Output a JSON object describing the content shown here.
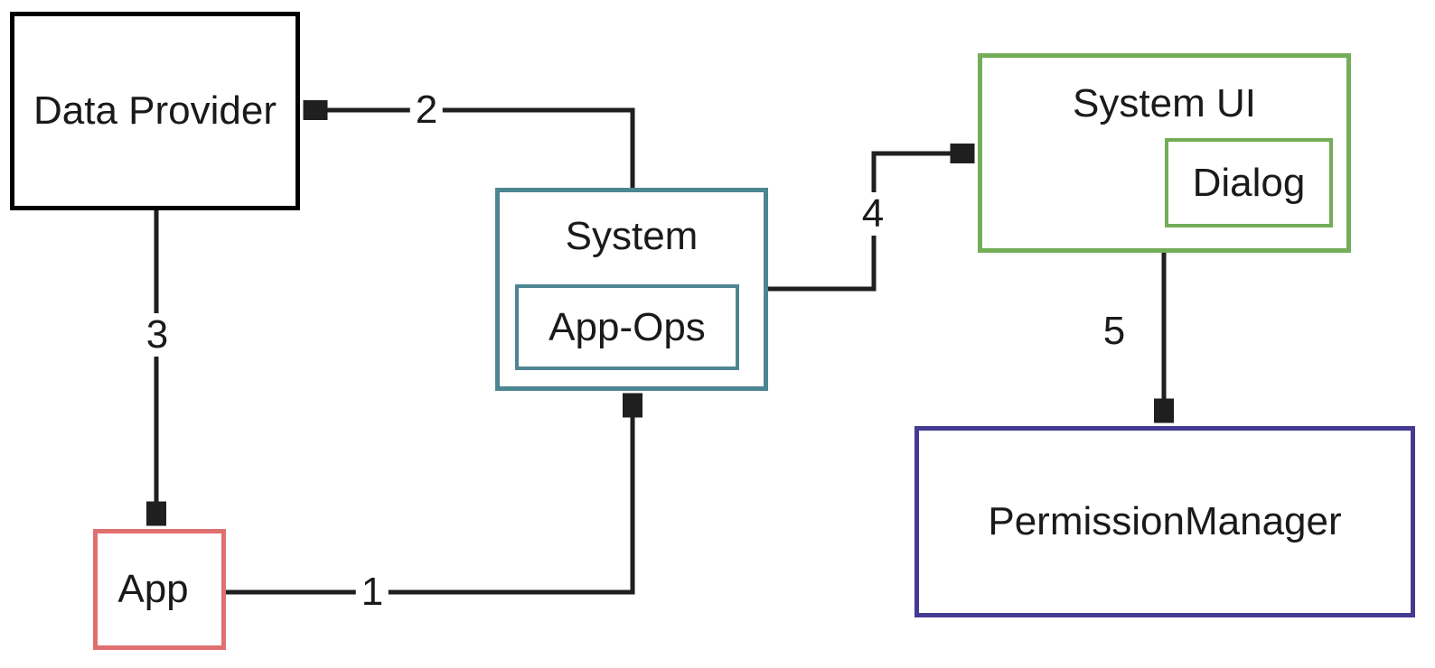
{
  "diagram": {
    "background_color": "#ffffff",
    "arrow_color": "#1f1f1f",
    "text_color": "#1a1a1a",
    "nodes": {
      "data_provider": {
        "label": "Data Provider",
        "border_color": "#000000"
      },
      "system": {
        "label": "System",
        "border_color": "#4e8593",
        "child": {
          "label": "App-Ops"
        }
      },
      "system_ui": {
        "label": "System UI",
        "border_color": "#73ad58",
        "child": {
          "label": "Dialog"
        }
      },
      "permission_manager": {
        "label": "PermissionManager",
        "border_color": "#443a93"
      },
      "app": {
        "label": "App",
        "border_color": "#e07070"
      }
    },
    "edges": [
      {
        "label": "1",
        "from": "app",
        "to": "system"
      },
      {
        "label": "2",
        "from": "system",
        "to": "data_provider"
      },
      {
        "label": "3",
        "from": "data_provider",
        "to": "app"
      },
      {
        "label": "4",
        "from": "system",
        "to": "system_ui"
      },
      {
        "label": "5",
        "from": "system_ui",
        "to": "permission_manager"
      }
    ]
  }
}
